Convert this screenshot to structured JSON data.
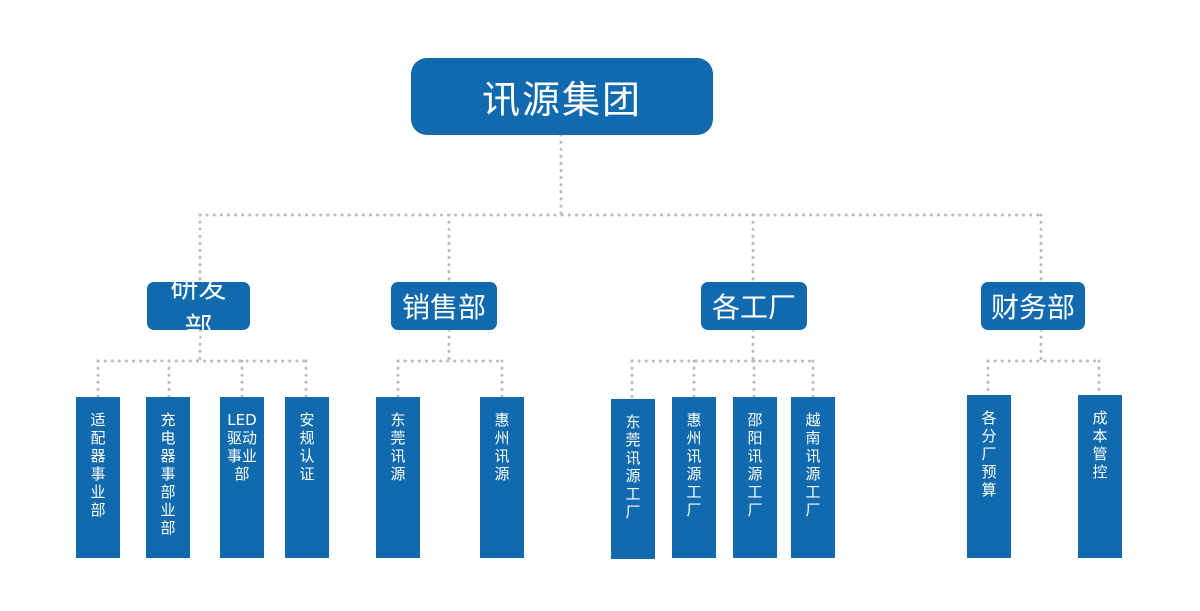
{
  "title": "讯源集团",
  "departments": [
    {
      "label": "研发部",
      "children": [
        "适配器事业部",
        "充电器事部业部",
        "LED驱动事业部",
        "安规认证"
      ]
    },
    {
      "label": "销售部",
      "children": [
        "东莞讯源",
        "惠州讯源"
      ]
    },
    {
      "label": "各工厂",
      "children": [
        "东莞讯源工厂",
        "惠州讯源工厂",
        "邵阳讯源工厂",
        "越南讯源工厂"
      ]
    },
    {
      "label": "财务部",
      "children": [
        "各分厂预算",
        "成本管控"
      ]
    }
  ],
  "colors": {
    "box": "#1169ae",
    "connector": "#b9bbbe",
    "text": "#ffffff"
  }
}
